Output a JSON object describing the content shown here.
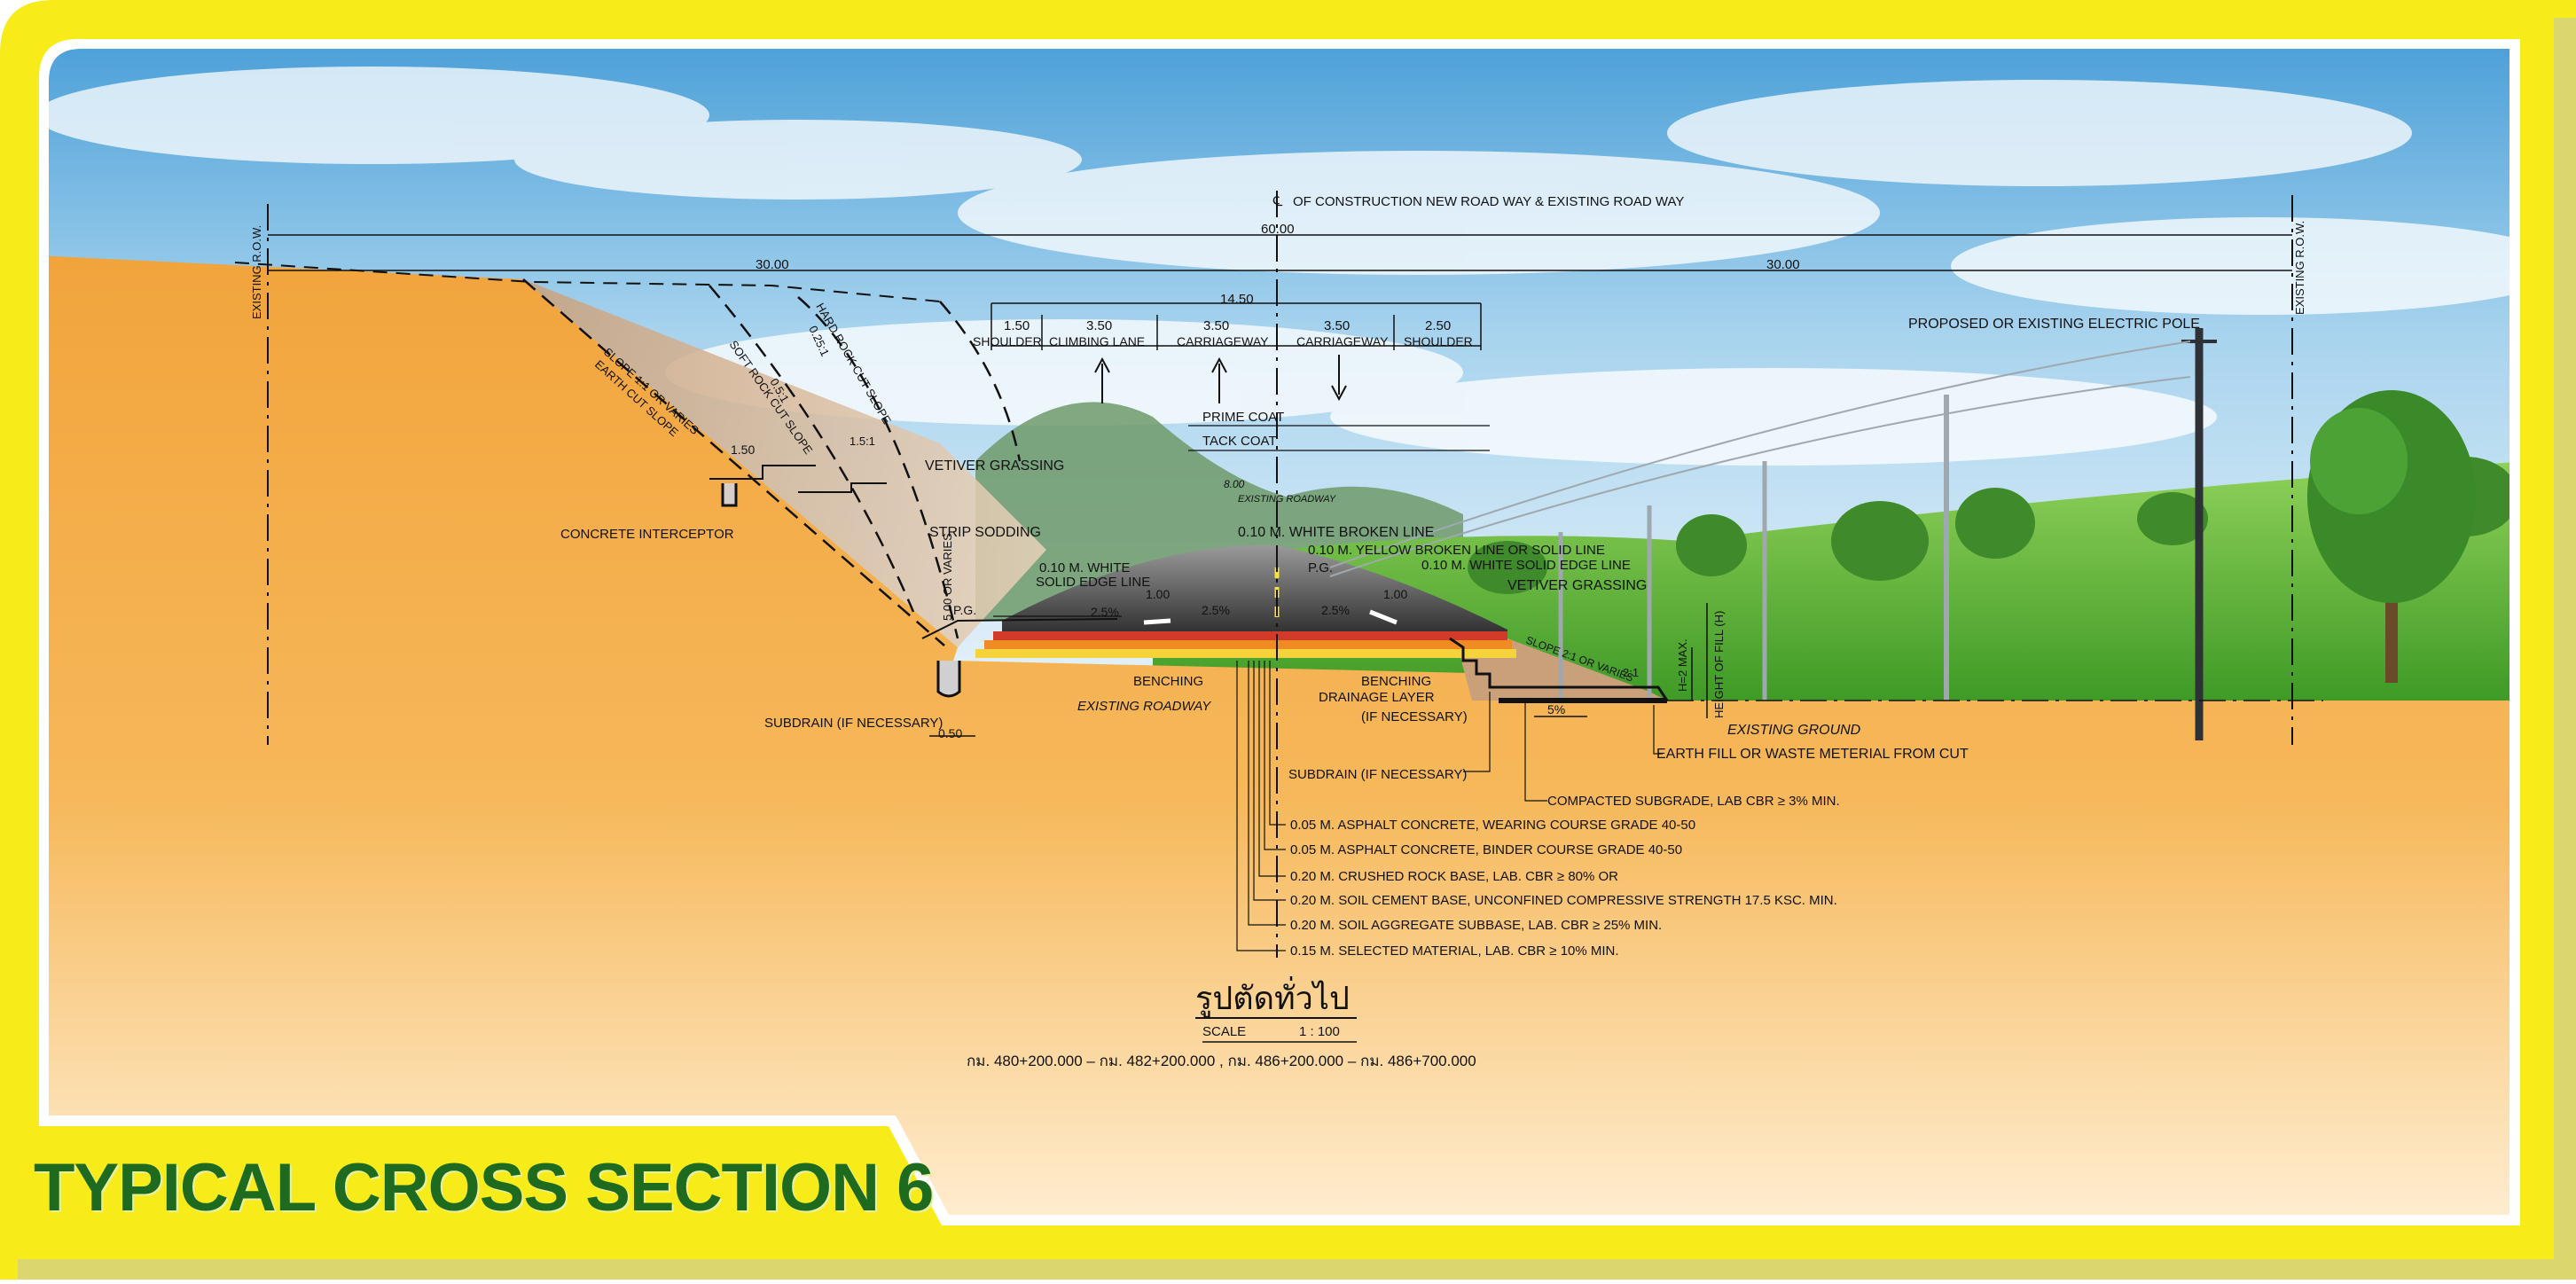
{
  "banner_title": "TYPICAL CROSS SECTION 6",
  "centerline_label": "OF CONSTRUCTION NEW ROAD WAY & EXISTING ROAD WAY",
  "row_total": "60.00",
  "row_left": "30.00",
  "row_right": "30.00",
  "row_marker_left": "EXISTING R.O.W.",
  "row_marker_right": "EXISTING R.O.W.",
  "lanes_total": "14.50",
  "lanes": [
    {
      "width": "1.50",
      "name": "SHOULDER"
    },
    {
      "width": "3.50",
      "name": "CLIMBING LANE"
    },
    {
      "width": "3.50",
      "name": "CARRIAGEWAY"
    },
    {
      "width": "3.50",
      "name": "CARRIAGEWAY"
    },
    {
      "width": "2.50",
      "name": "SHOULDER"
    }
  ],
  "prime_coat": "PRIME COAT",
  "tack_coat": "TACK COAT",
  "existing_roadway_small": "EXISTING ROADWAY",
  "existing_width": "8.00",
  "electric_pole": "PROPOSED OR EXISTING ELECTRIC POLE",
  "vetiver_left": "VETIVER GRASSING",
  "vetiver_right": "VETIVER GRASSING",
  "strip_sodding": "STRIP SODDING",
  "concrete_interceptor": "CONCRETE INTERCEPTOR",
  "white_broken": "0.10 M. WHITE BROKEN LINE",
  "yellow_broken": "0.10 M. YELLOW BROKEN LINE OR SOLID LINE",
  "white_solid_right": "0.10 M. WHITE SOLID EDGE LINE",
  "white_solid_left_1": "0.10 M. WHITE",
  "white_solid_left_2": "SOLID EDGE LINE",
  "pg": "P.G.",
  "pg_left": "P.G.",
  "w100_left": "1.00",
  "w100_right": "1.00",
  "slope_25_a": "2.5%",
  "slope_25_b": "2.5%",
  "slope_25_c": "2.5%",
  "slope_5": "5%",
  "benching_left": "BENCHING",
  "benching_right": "BENCHING",
  "existing_roadway": "EXISTING ROADWAY",
  "drainage_1": "DRAINAGE LAYER",
  "drainage_2": "(IF NECESSARY)",
  "subdrain_left": "SUBDRAIN (IF NECESSARY)",
  "subdrain_center": "SUBDRAIN (IF NECESSARY)",
  "w050": "0.50",
  "w150": "1.50",
  "cut_labels": {
    "slope_earth": "SLOPE 1:1 OR VARIES",
    "earth_cut": "EARTH CUT SLOPE",
    "soft_rock": "SOFT ROCK CUT SLOPE",
    "hard_rock": "HARD ROCK CUT SLOPE",
    "ratio_05": "0.5:1",
    "ratio_025": "0.25:1",
    "ratio_15": "1.5:1",
    "varies_500": "5.00 OR VARIES"
  },
  "height_fill": "HEIGHT OF FILL (H)",
  "h_max": "H=2 MAX.",
  "fill_slope": "SLOPE 2:1 OR VARIES",
  "ratio_21": "2:1",
  "existing_ground": "EXISTING GROUND",
  "earth_fill": "EARTH FILL OR WASTE METERIAL FROM CUT",
  "compacted_subgrade": "COMPACTED SUBGRADE, LAB CBR ≥ 3% MIN.",
  "layers": [
    "0.05 M. ASPHALT CONCRETE, WEARING COURSE GRADE 40-50",
    "0.05 M. ASPHALT CONCRETE, BINDER COURSE GRADE 40-50",
    "0.20 M. CRUSHED ROCK BASE, LAB. CBR ≥ 80% OR",
    "0.20 M. SOIL CEMENT BASE, UNCONFINED COMPRESSIVE STRENGTH 17.5 KSC. MIN.",
    "0.20 M. SOIL AGGREGATE SUBBASE, LAB. CBR ≥ 25% MIN.",
    "0.15 M. SELECTED MATERIAL, LAB. CBR ≥ 10% MIN."
  ],
  "thai_title": "รูปตัดทั่วไป",
  "scale_label": "SCALE",
  "scale_value": "1 : 100",
  "station_range": "กม. 480+200.000 – กม. 482+200.000 , กม. 486+200.000 – กม. 486+700.000",
  "colors": {
    "frame_yellow": "#f7ec1a",
    "soil_orange": "#f4a842",
    "sky_blue": "#6fb4df",
    "grass_green": "#5fb53a",
    "title_green": "#1e6b1f"
  }
}
